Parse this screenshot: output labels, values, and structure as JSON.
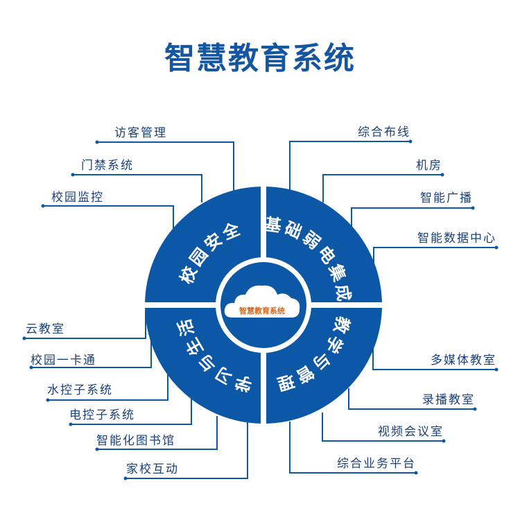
{
  "title": "智慧教育系统",
  "center_label": "智慧教育系统",
  "quadrants": {
    "top_left": "校园安全",
    "top_right": "基础弱电集成",
    "bottom_right": "教学与管理",
    "bottom_left": "学习与生活"
  },
  "labels": {
    "top_left": [
      "访客管理",
      "门禁系统",
      "校园监控"
    ],
    "top_right": [
      "综合布线",
      "机房",
      "智能广播",
      "智能数据中心"
    ],
    "bottom_left": [
      "云教室",
      "校园一卡通",
      "水控子系统",
      "电控子系统",
      "智能化图书馆",
      "家校互动"
    ],
    "bottom_right": [
      "多媒体教室",
      "录播教室",
      "视频会议室",
      "综合业务平台"
    ]
  },
  "colors": {
    "primary": "#0c57a6",
    "center_text": "#d2691e"
  }
}
